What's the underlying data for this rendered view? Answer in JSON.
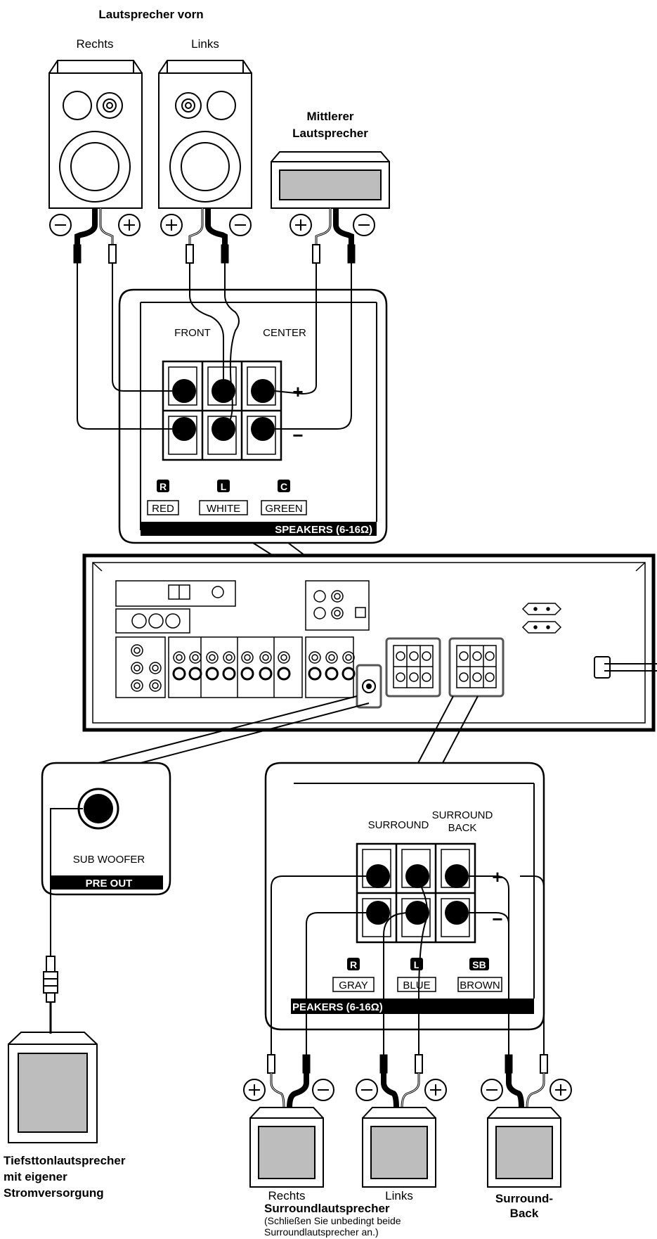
{
  "front": {
    "heading": "Lautsprecher vorn",
    "right_label": "Rechts",
    "left_label": "Links"
  },
  "center": {
    "heading_line1": "Mittlerer",
    "heading_line2": "Lautsprecher"
  },
  "front_panel": {
    "front_label": "FRONT",
    "center_label": "CENTER",
    "plus": "+",
    "minus": "−",
    "badge_r": "R",
    "badge_l": "L",
    "badge_c": "C",
    "color_r": "RED",
    "color_l": "WHITE",
    "color_c": "GREEN",
    "footer": "SPEAKERS (6-16Ω)"
  },
  "sub_panel": {
    "label": "SUB WOOFER",
    "footer": "PRE OUT"
  },
  "surround_panel": {
    "surround_label": "SURROUND",
    "surround_back_line1": "SURROUND",
    "surround_back_line2": "BACK",
    "plus": "+",
    "minus": "−",
    "badge_r": "R",
    "badge_l": "L",
    "badge_sb": "SB",
    "color_r": "GRAY",
    "color_l": "BLUE",
    "color_sb": "BROWN",
    "footer": "PEAKERS (6-16Ω)"
  },
  "subwoofer": {
    "caption_line1": "Tiefsttonlautsprecher",
    "caption_line2": "mit eigener",
    "caption_line3": "Stromversorgung"
  },
  "surround": {
    "right_label": "Rechts",
    "left_label": "Links",
    "heading": "Surroundlautsprecher",
    "note_line1": "(Schließen Sie unbedingt beide",
    "note_line2": "Surroundlautsprecher an.)"
  },
  "surround_back": {
    "caption_line1": "Surround-",
    "caption_line2": "Back"
  }
}
